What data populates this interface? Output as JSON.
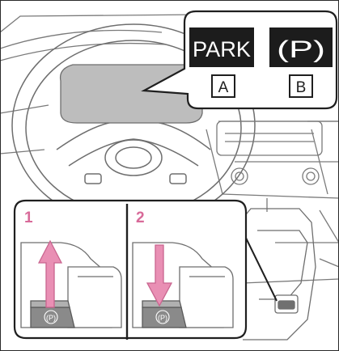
{
  "indicators": {
    "park_text": "PARK",
    "park_symbol": "(P)",
    "label_a": "A",
    "label_b": "B"
  },
  "steps": {
    "step1": "1",
    "step2": "2"
  },
  "switch_symbol": "(P)",
  "colors": {
    "callout_fill": "#ffffff",
    "indicator_bg": "#1c1c1c",
    "indicator_text": "#ffffff",
    "arrow_pink": "#e98fb4",
    "arrow_pink_edge": "#c9658f",
    "step_number": "#d86a99",
    "cluster_gray": "#bdbdbd",
    "line_gray": "#7a7a7a",
    "switch_dark": "#707070"
  }
}
